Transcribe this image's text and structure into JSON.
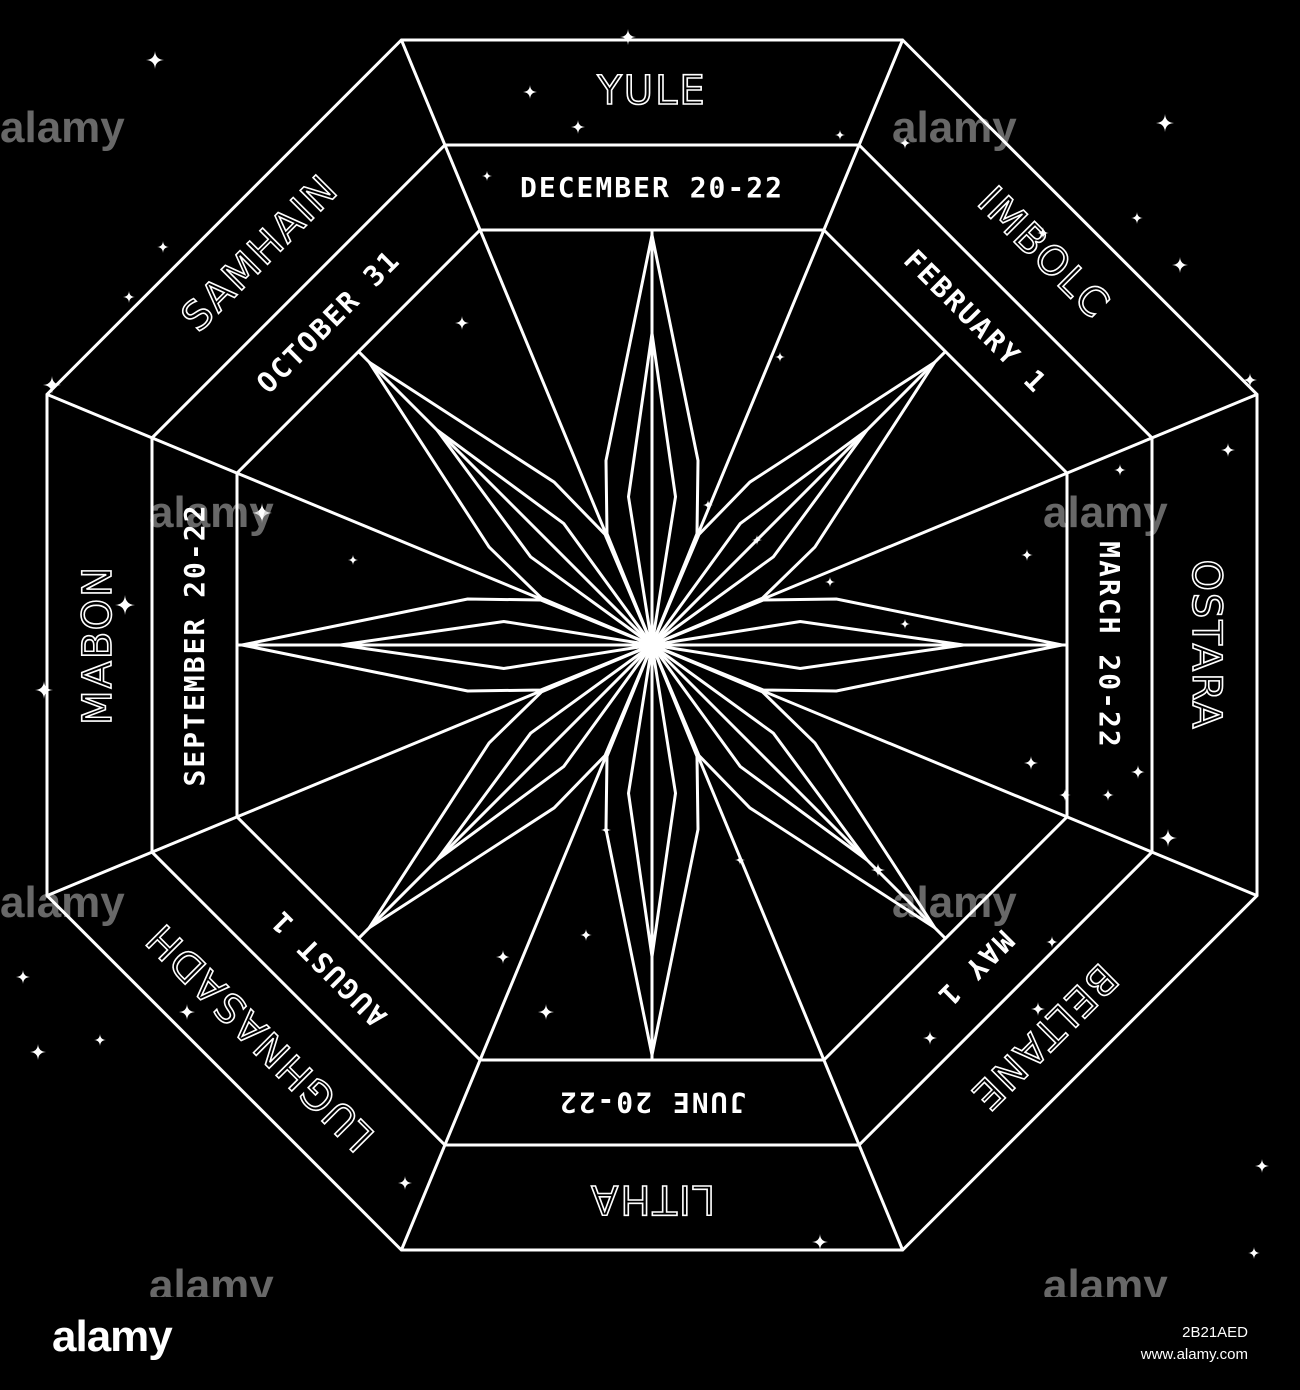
{
  "festivals": [
    {
      "name": "YULE",
      "date": "DECEMBER 20-22"
    },
    {
      "name": "IMBOLC",
      "date": "FEBRUARY 1"
    },
    {
      "name": "OSTARA",
      "date": "MARCH 20-22"
    },
    {
      "name": "BELTANE",
      "date": "MAY 1"
    },
    {
      "name": "LITHA",
      "date": "JUNE 20-22"
    },
    {
      "name": "LUGHNASADH",
      "date": "AUGUST 1"
    },
    {
      "name": "MABON",
      "date": "SEPTEMBER 20-22"
    },
    {
      "name": "SAMHAIN",
      "date": "OCTOBER 31"
    }
  ],
  "watermark": {
    "text": "alamy"
  },
  "footer": {
    "logo": "alamy",
    "image_id": "2B21AED",
    "site": "www.alamy.com"
  },
  "colors": {
    "background": "#000000",
    "line": "#ffffff"
  }
}
